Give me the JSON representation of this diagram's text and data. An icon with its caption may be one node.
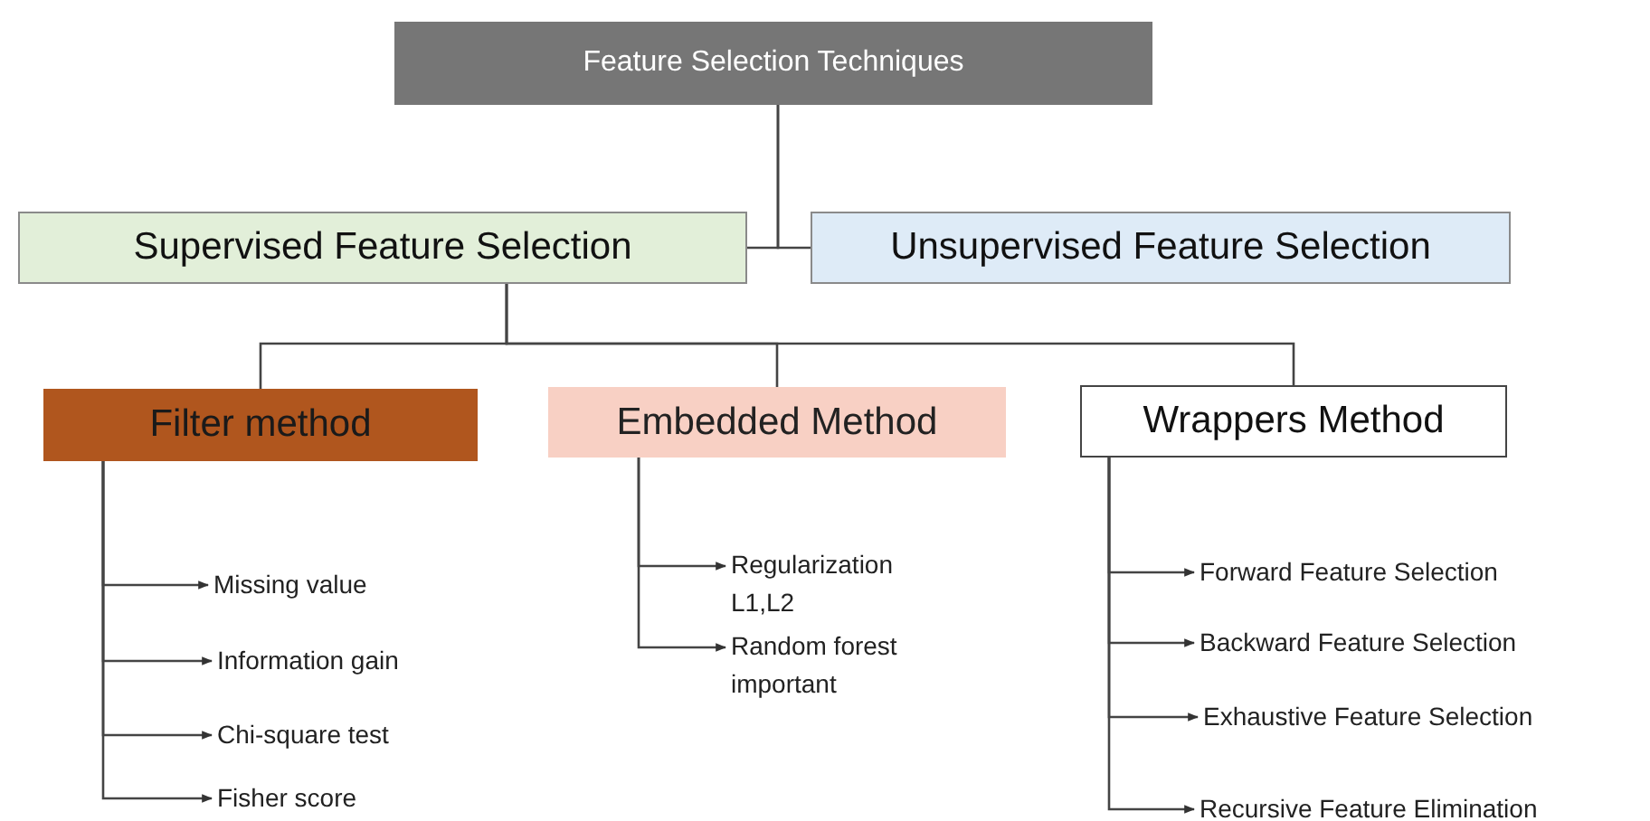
{
  "diagram": {
    "nodes": [
      {
        "text": [
          "Feature Selection Techniques"
        ]
      },
      {
        "text": [
          "Supervised Feature Selection"
        ]
      },
      {
        "text": [
          "Unsupervised Feature Selection"
        ]
      },
      {
        "text": [
          "Filter method"
        ]
      },
      {
        "text": [
          "Embedded Method"
        ]
      },
      {
        "text": [
          "Wrappers Method"
        ]
      },
      {
        "text": [
          "Missing value"
        ]
      },
      {
        "text": [
          "Information gain"
        ]
      },
      {
        "text": [
          "Chi-square test"
        ]
      },
      {
        "text": [
          "Fisher score"
        ]
      },
      {
        "text": [
          "Regularization L1,L2"
        ]
      },
      {
        "text": [
          "Random forest important"
        ]
      },
      {
        "text": [
          "Forward Feature Selection"
        ]
      },
      {
        "text": [
          "Backward Feature Selection"
        ]
      },
      {
        "text": [
          "Exhaustive Feature Selection"
        ]
      },
      {
        "text": [
          "Recursive Feature Elimination"
        ]
      }
    ],
    "edges": [
      {
        "from": 0,
        "to": 1,
        "arrow": "none"
      },
      {
        "from": 0,
        "to": 2,
        "arrow": "none"
      },
      {
        "from": 1,
        "to": 3,
        "arrow": "none"
      },
      {
        "from": 1,
        "to": 4,
        "arrow": "none"
      },
      {
        "from": 1,
        "to": 5,
        "arrow": "none"
      },
      {
        "from": 3,
        "to": 6,
        "arrow": "to"
      },
      {
        "from": 3,
        "to": 7,
        "arrow": "to"
      },
      {
        "from": 3,
        "to": 8,
        "arrow": "to"
      },
      {
        "from": 3,
        "to": 9,
        "arrow": "to"
      },
      {
        "from": 4,
        "to": 10,
        "arrow": "to"
      },
      {
        "from": 4,
        "to": 11,
        "arrow": "to"
      },
      {
        "from": 5,
        "to": 12,
        "arrow": "to"
      },
      {
        "from": 5,
        "to": 13,
        "arrow": "to"
      },
      {
        "from": 5,
        "to": 14,
        "arrow": "to"
      },
      {
        "from": 5,
        "to": 15,
        "arrow": "to"
      }
    ]
  }
}
